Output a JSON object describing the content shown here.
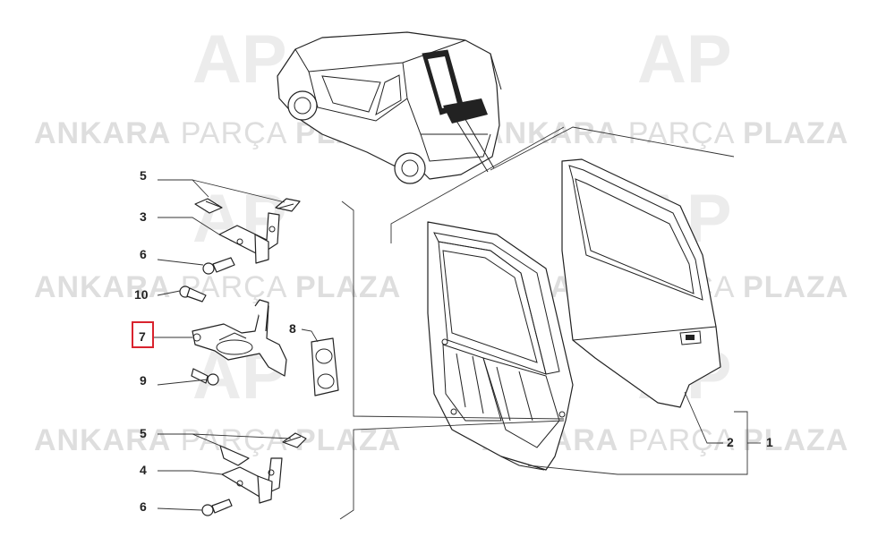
{
  "watermark": {
    "word1": "ANKARA",
    "word2": "PARÇA",
    "word3": "PLAZA",
    "logo": "AP"
  },
  "callouts": {
    "c1": "1",
    "c2": "2",
    "c3": "3",
    "c4": "4",
    "c5_top": "5",
    "c5_bottom": "5",
    "c6_top": "6",
    "c6_bottom": "6",
    "c7": "7",
    "c8": "8",
    "c9": "9",
    "c10": "10"
  },
  "highlight": {
    "part": "7",
    "color": "#d9232e"
  },
  "colors": {
    "ink": "#222222",
    "watermark": "#dedede"
  },
  "icons": [
    "car-illustration",
    "door-panel-illustration",
    "hinge-illustration",
    "bolt-illustration",
    "plug-illustration"
  ]
}
